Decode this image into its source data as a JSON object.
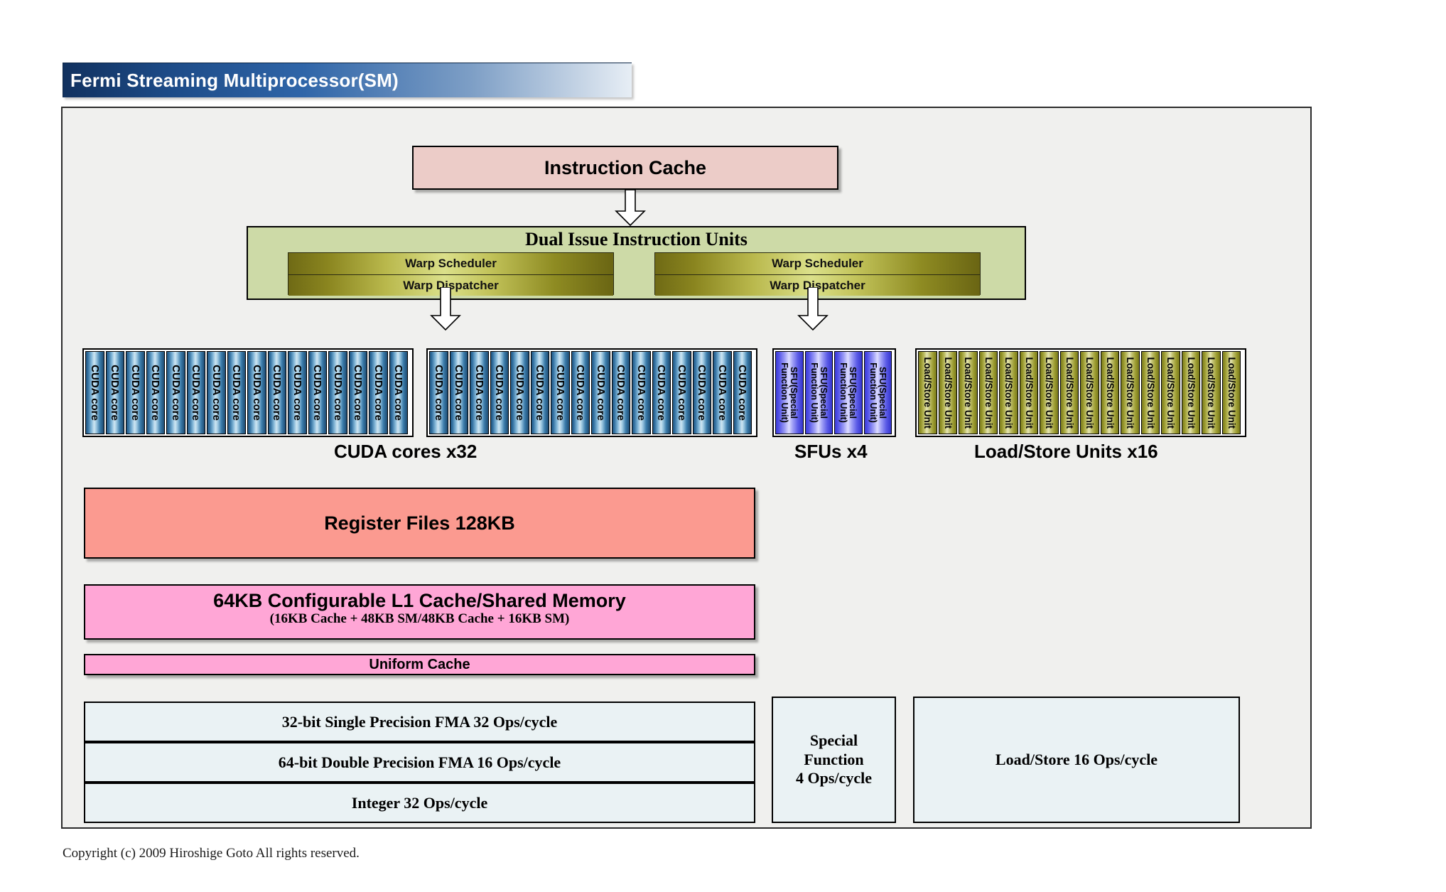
{
  "title": {
    "text": "Fermi Streaming Multiprocessor(SM)"
  },
  "instruction_cache": {
    "label": "Instruction Cache"
  },
  "dual_issue": {
    "title": "Dual Issue Instruction Units",
    "groups": [
      {
        "scheduler": "Warp Scheduler",
        "dispatcher": "Warp Dispatcher"
      },
      {
        "scheduler": "Warp Scheduler",
        "dispatcher": "Warp Dispatcher"
      }
    ]
  },
  "units": {
    "cuda": {
      "cell_label": "CUDA core",
      "group_count": 2,
      "per_group": 16,
      "caption": "CUDA cores x32"
    },
    "sfu": {
      "cell_label_line1": "SFU(Special",
      "cell_label_line2": "Function Unit)",
      "count": 4,
      "caption": "SFUs x4"
    },
    "load_store": {
      "cell_label": "Load/Store Unit",
      "count": 16,
      "caption": "Load/Store Units x16"
    }
  },
  "memory": {
    "register_files": "Register Files 128KB",
    "l1_cache_main": "64KB Configurable L1 Cache/Shared Memory",
    "l1_cache_sub": "(16KB Cache + 48KB SM/48KB Cache + 16KB SM)",
    "uniform_cache": "Uniform Cache"
  },
  "throughput": {
    "rows": [
      "32-bit Single Precision FMA 32 Ops/cycle",
      "64-bit Double Precision FMA 16 Ops/cycle",
      "Integer 32 Ops/cycle"
    ],
    "special_function": {
      "line1": "Special",
      "line2": "Function",
      "line3": "4 Ops/cycle"
    },
    "load_store": "Load/Store 16 Ops/cycle"
  },
  "copyright": "Copyright (c) 2009 Hiroshige Goto All rights reserved.",
  "colors": {
    "title_bar_dark": "#11315f",
    "title_bar_light": "#e7eef5",
    "panel_bg": "#f0f0ee",
    "instruction_cache": "#ecccc8",
    "dual_issue_bg": "#cddaa7",
    "warp_gradient": "#dbe08a",
    "cuda_core": "#7fb4d6",
    "sfu": "#5555e8",
    "load_store_unit": "#bdbd63",
    "register_files": "#fb9a90",
    "l1_cache": "#ffa6d6",
    "ops_box": "#eaf2f4"
  }
}
